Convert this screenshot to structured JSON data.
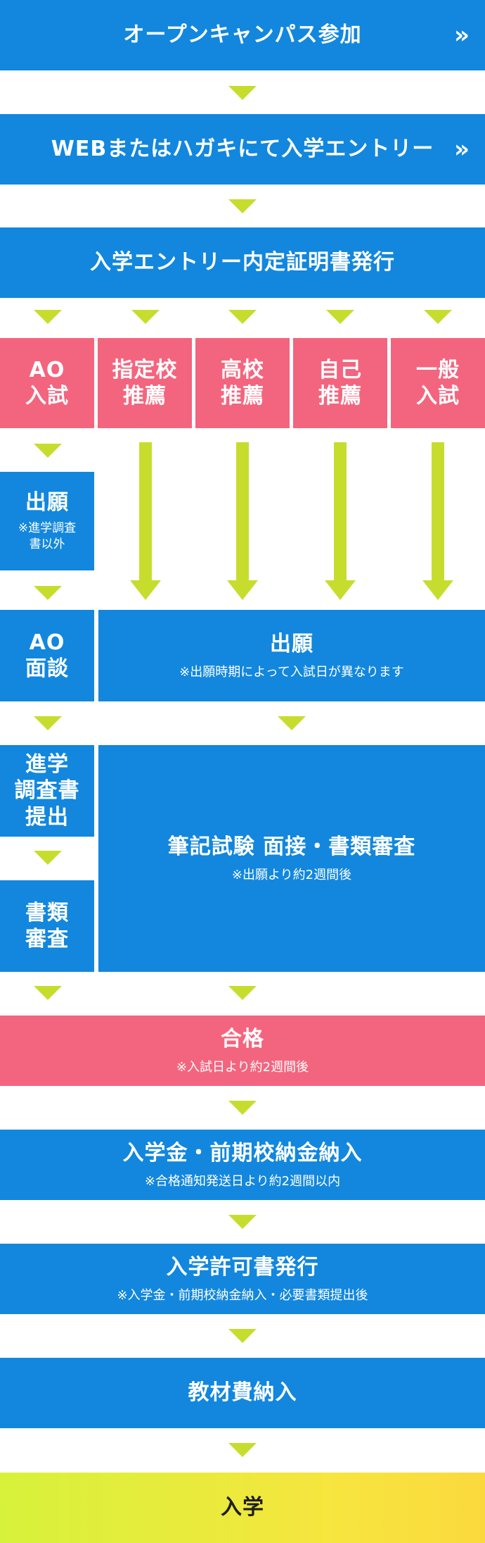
{
  "steps": {
    "open_campus": "オープンキャンパス参加",
    "entry": "WEBまたはハガキにて入学エントリー",
    "certificate": "入学エントリー内定証明書発行",
    "pass": {
      "title": "合格",
      "note": "※入試日より約2週間後"
    },
    "fees": {
      "title": "入学金・前期校納金納入",
      "note": "※合格通知発送日より約2週間以内"
    },
    "permit": {
      "title": "入学許可書発行",
      "note": "※入学金・前期校納金納入・必要書類提出後"
    },
    "materials": "教材費納入",
    "enroll": "入学"
  },
  "chevron": "»",
  "exam_types": [
    {
      "line1": "AO",
      "line2": "入試"
    },
    {
      "line1": "指定校",
      "line2": "推薦"
    },
    {
      "line1": "高校",
      "line2": "推薦"
    },
    {
      "line1": "自己",
      "line2": "推薦"
    },
    {
      "line1": "一般",
      "line2": "入試"
    }
  ],
  "ao_path": {
    "apply": {
      "title": "出願",
      "note1": "※進学調査",
      "note2": "書以外"
    },
    "interview": {
      "line1": "AO",
      "line2": "面談"
    },
    "survey": {
      "line1": "進学",
      "line2": "調査書",
      "line3": "提出"
    },
    "review": {
      "line1": "書類",
      "line2": "審査"
    }
  },
  "other_path": {
    "apply": {
      "title": "出願",
      "note": "※出願時期によって入試日が異なります"
    },
    "exam": {
      "title": "筆記試験 面接・書類審査",
      "note": "※出願より約2週間後"
    }
  },
  "colors": {
    "blue": "#1287dd",
    "pink": "#f3657e",
    "arrow": "#c7dd2e",
    "enroll_gradient_start": "#d7f23a",
    "enroll_gradient_end": "#fbd93e"
  },
  "icons": {
    "arrow_down": "triangle-down-icon",
    "arrow_long": "long-arrow-down-icon"
  }
}
